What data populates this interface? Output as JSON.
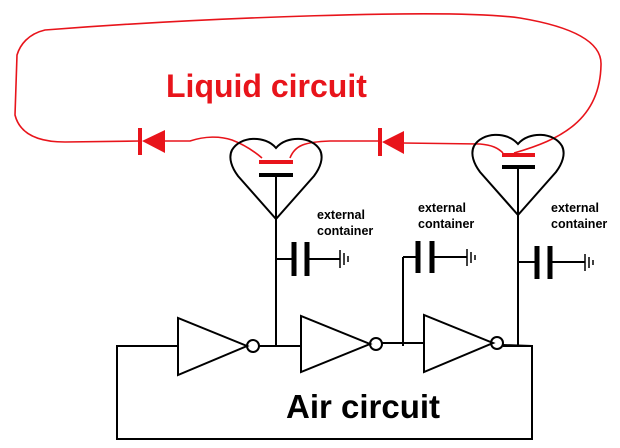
{
  "labels": {
    "liquid_circuit": "Liquid circuit",
    "air_circuit": "Air circuit",
    "external_container_1": [
      "external",
      "container"
    ],
    "external_container_2": [
      "external",
      "container"
    ],
    "external_container_3": [
      "external",
      "container"
    ]
  },
  "colors": {
    "liquid": "#e8141b",
    "air": "#000000"
  },
  "components": {
    "inverters": 3,
    "diodes": 2,
    "heart_capacitors": 2,
    "external_capacitors": 3
  }
}
